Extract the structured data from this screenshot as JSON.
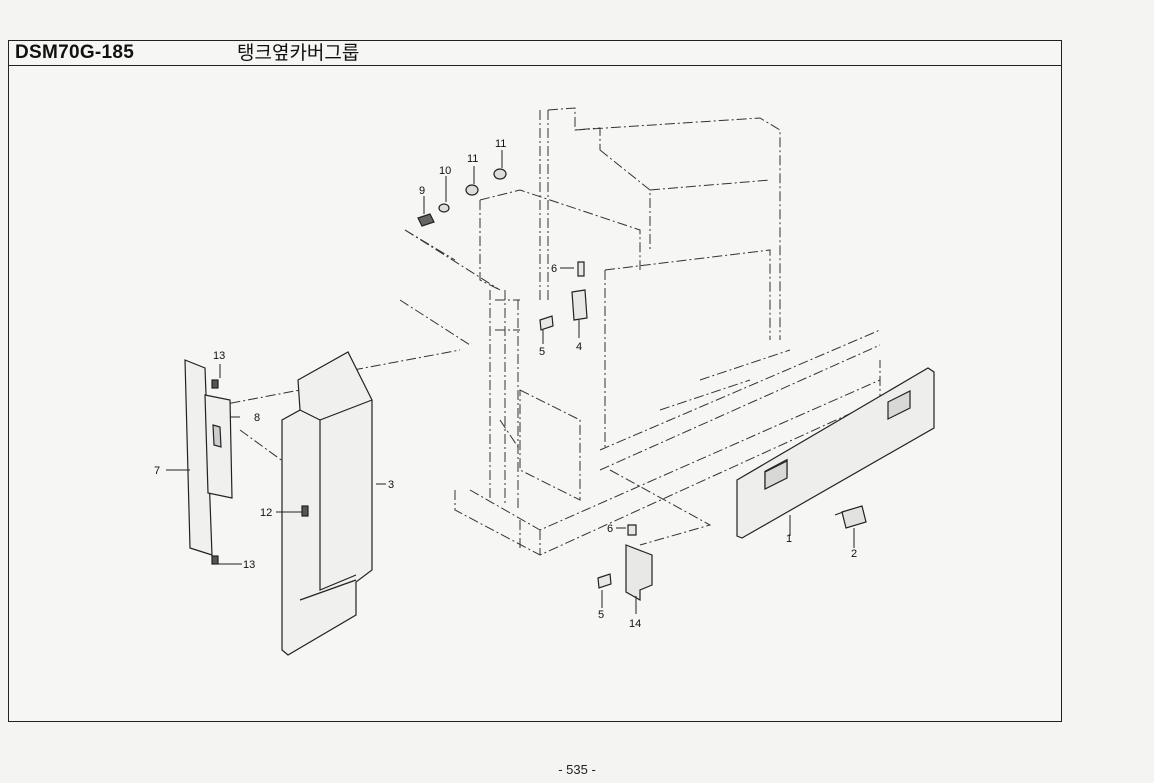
{
  "header": {
    "model_code": "DSM70G-185",
    "title": "탱크옆카버그룹"
  },
  "parts": [
    {
      "id": "p1",
      "label": "1"
    },
    {
      "id": "p2",
      "label": "2"
    },
    {
      "id": "p3",
      "label": "3"
    },
    {
      "id": "p4",
      "label": "4"
    },
    {
      "id": "p5a",
      "label": "5"
    },
    {
      "id": "p5b",
      "label": "5"
    },
    {
      "id": "p6a",
      "label": "6"
    },
    {
      "id": "p6b",
      "label": "6"
    },
    {
      "id": "p7",
      "label": "7"
    },
    {
      "id": "p8",
      "label": "8"
    },
    {
      "id": "p9",
      "label": "9"
    },
    {
      "id": "p10",
      "label": "10"
    },
    {
      "id": "p11a",
      "label": "11"
    },
    {
      "id": "p11b",
      "label": "11"
    },
    {
      "id": "p12",
      "label": "12"
    },
    {
      "id": "p13a",
      "label": "13"
    },
    {
      "id": "p13b",
      "label": "13"
    },
    {
      "id": "p14",
      "label": "14"
    }
  ],
  "footer": {
    "page_number": "- 535 -"
  }
}
